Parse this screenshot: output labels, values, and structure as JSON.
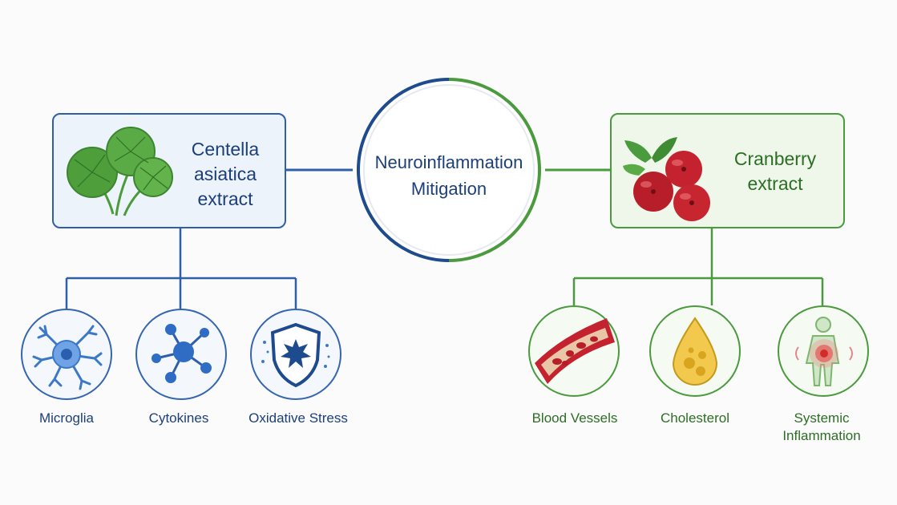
{
  "center": {
    "line1": "Neuroinflammation",
    "line2": "Mitigation"
  },
  "left": {
    "title_line1": "Centella",
    "title_line2": "asiatica",
    "title_line3": "extract",
    "image_icon": "centella-leaves-icon",
    "items": [
      {
        "label": "Microglia",
        "icon": "microglia-cell-icon"
      },
      {
        "label": "Cytokines",
        "icon": "molecule-network-icon"
      },
      {
        "label": "Oxidative Stress",
        "icon": "shield-burst-icon"
      }
    ]
  },
  "right": {
    "title_line1": "Cranberry",
    "title_line2": "extract",
    "image_icon": "cranberries-icon",
    "items": [
      {
        "label": "Blood Vessels",
        "icon": "blood-vessel-icon"
      },
      {
        "label": "Cholesterol",
        "icon": "oil-drop-icon"
      },
      {
        "label_line1": "Systemic",
        "label_line2": "Inflammation",
        "icon": "body-inflammation-icon"
      }
    ]
  },
  "colors": {
    "blue": "#2f5fa8",
    "dark_blue": "#1c3f7a",
    "green": "#4a9a3e",
    "dark_green": "#2c6e24",
    "left_box_fill": "#ecf3fb",
    "right_box_fill": "#eef7ea",
    "cranberry_red": "#c4222f"
  }
}
